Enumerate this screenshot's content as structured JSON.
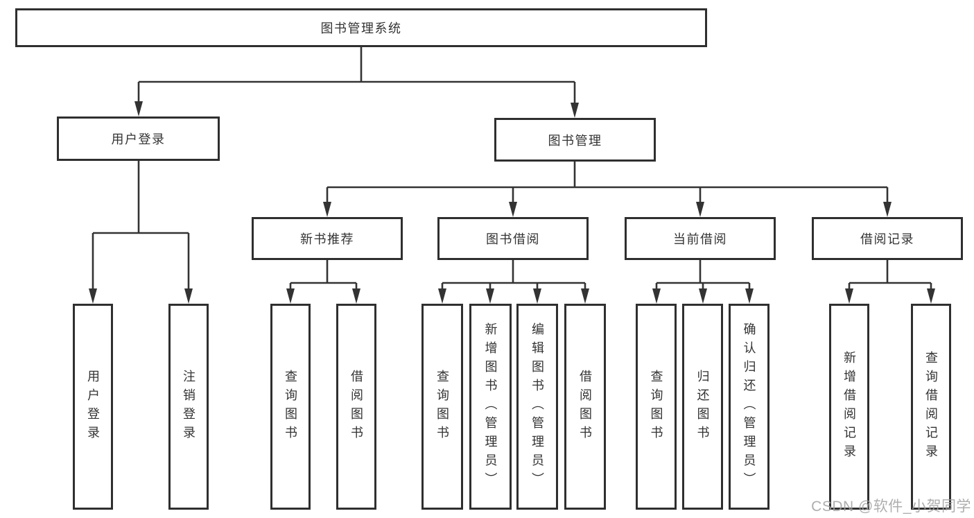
{
  "nodes": {
    "root": "图书管理系统",
    "user_login": "用户登录",
    "book_mgmt": "图书管理",
    "new_book_rec": "新书推荐",
    "book_borrow": "图书借阅",
    "current_borrow": "当前借阅",
    "borrow_records": "借阅记录",
    "leaf_user_login": "用户登录",
    "leaf_logout": "注销登录",
    "leaf_query_book_rec": "查询图书",
    "leaf_borrow_book_rec": "借阅图书",
    "leaf_query_book_borrow": "查询图书",
    "leaf_add_book": "新增图书（管理员）",
    "leaf_edit_book": "编辑图书（管理员）",
    "leaf_borrow_book_borrow": "借阅图书",
    "leaf_query_book_current": "查询图书",
    "leaf_return_book": "归还图书",
    "leaf_confirm_return": "确认归还（管理员）",
    "leaf_add_borrow_record": "新增借阅记录",
    "leaf_query_borrow_record": "查询借阅记录"
  },
  "watermark": "CSDN @软件_小贺同学",
  "colors": {
    "line": "#333333",
    "border": "#2f2f2f",
    "text": "#333333",
    "watermark": "#a0a0a0",
    "background": "#ffffff"
  }
}
